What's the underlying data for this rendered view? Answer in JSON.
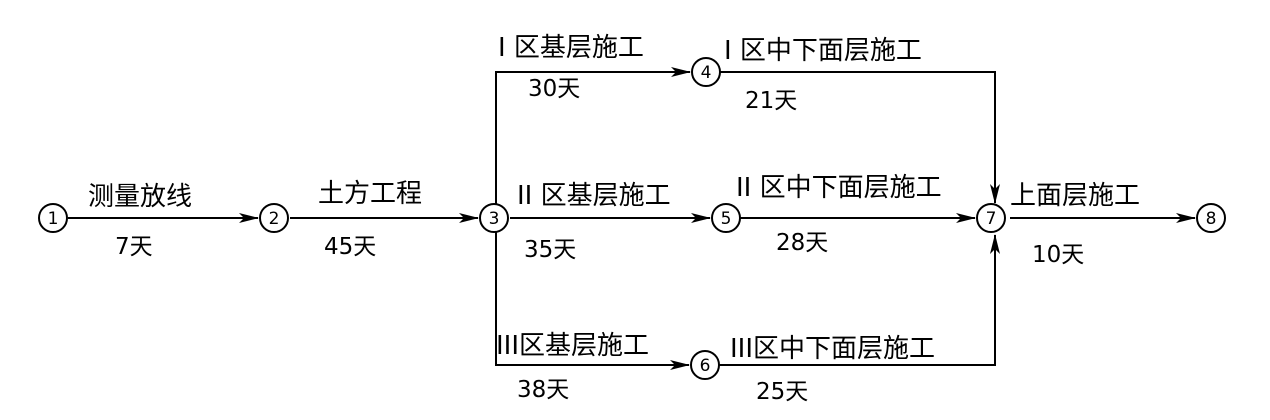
{
  "nodes": [
    {
      "id": "1",
      "label": "1"
    },
    {
      "id": "2",
      "label": "2"
    },
    {
      "id": "3",
      "label": "3"
    },
    {
      "id": "4",
      "label": "4"
    },
    {
      "id": "5",
      "label": "5"
    },
    {
      "id": "6",
      "label": "6"
    },
    {
      "id": "7",
      "label": "7"
    },
    {
      "id": "8",
      "label": "8"
    }
  ],
  "activities": {
    "a12": {
      "name": "测量放线",
      "duration": "7天"
    },
    "a23": {
      "name": "土方工程",
      "duration": "45天"
    },
    "a34": {
      "name": "I 区基层施工",
      "duration": "30天"
    },
    "a47": {
      "name": "I 区中下面层施工",
      "duration": "21天"
    },
    "a35": {
      "name": "II 区基层施工",
      "duration": "35天"
    },
    "a57": {
      "name": "II 区中下面层施工",
      "duration": "28天"
    },
    "a36": {
      "name": "III区基层施工",
      "duration": "38天"
    },
    "a67": {
      "name": "III区中下面层施工",
      "duration": "25天"
    },
    "a78": {
      "name": "上面层施工",
      "duration": "10天"
    }
  }
}
